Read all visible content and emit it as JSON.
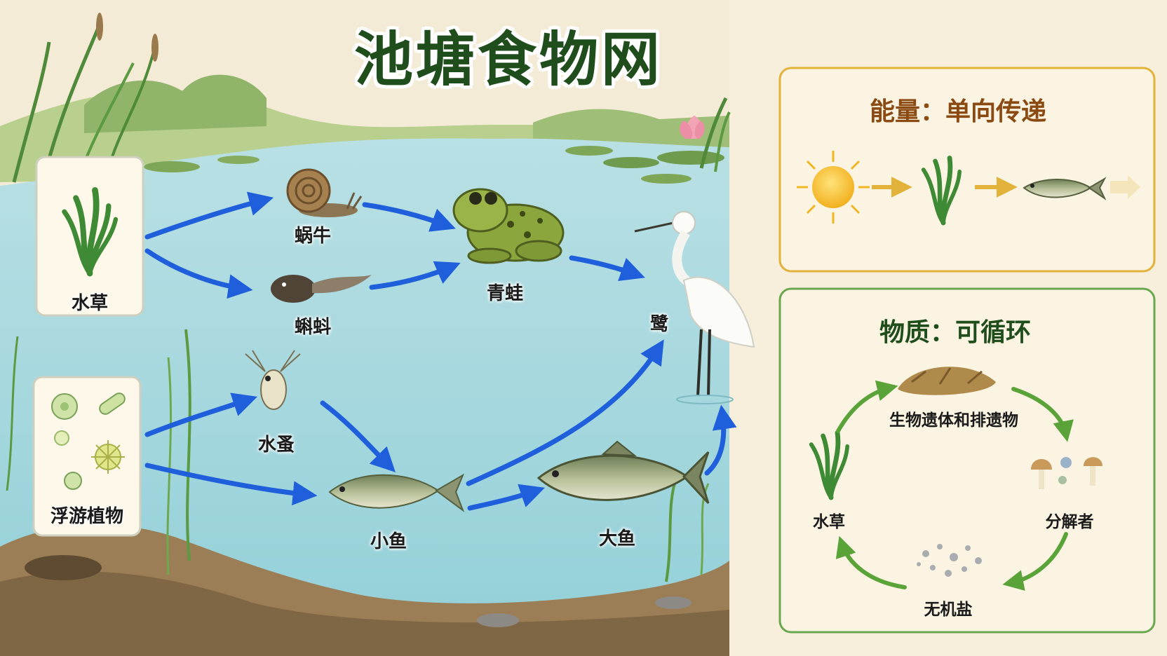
{
  "title": "池塘食物网",
  "organisms": {
    "aquatic_grass": "水草",
    "phytoplankton": "浮游植物",
    "snail": "蜗牛",
    "tadpole": "蝌蚪",
    "frog": "青蛙",
    "water_flea": "水蚤",
    "small_fish": "小鱼",
    "big_fish": "大鱼",
    "egret": "鹭"
  },
  "energy_panel": {
    "title": "能量：单向传递"
  },
  "matter_panel": {
    "title": "物质：可循环",
    "nodes": {
      "remains": "生物遗体和排遗物",
      "decomposers": "分解者",
      "minerals": "无机盐",
      "grass": "水草"
    }
  },
  "colors": {
    "arrow": "#1f5fdc",
    "title": "#1f4d1c",
    "energy_border": "#e2b23a",
    "energy_title": "#8a4a12",
    "matter_border": "#6aa84f",
    "matter_title": "#1f4d1c",
    "water": "#a9d8e0"
  },
  "icons": [
    "sun-icon",
    "grass-icon",
    "fish-icon",
    "frog-icon",
    "snail-icon",
    "tadpole-icon",
    "water-flea-icon",
    "egret-icon",
    "phytoplankton-icon",
    "mushroom-icon",
    "leaf-litter-icon",
    "mineral-dots-icon"
  ]
}
